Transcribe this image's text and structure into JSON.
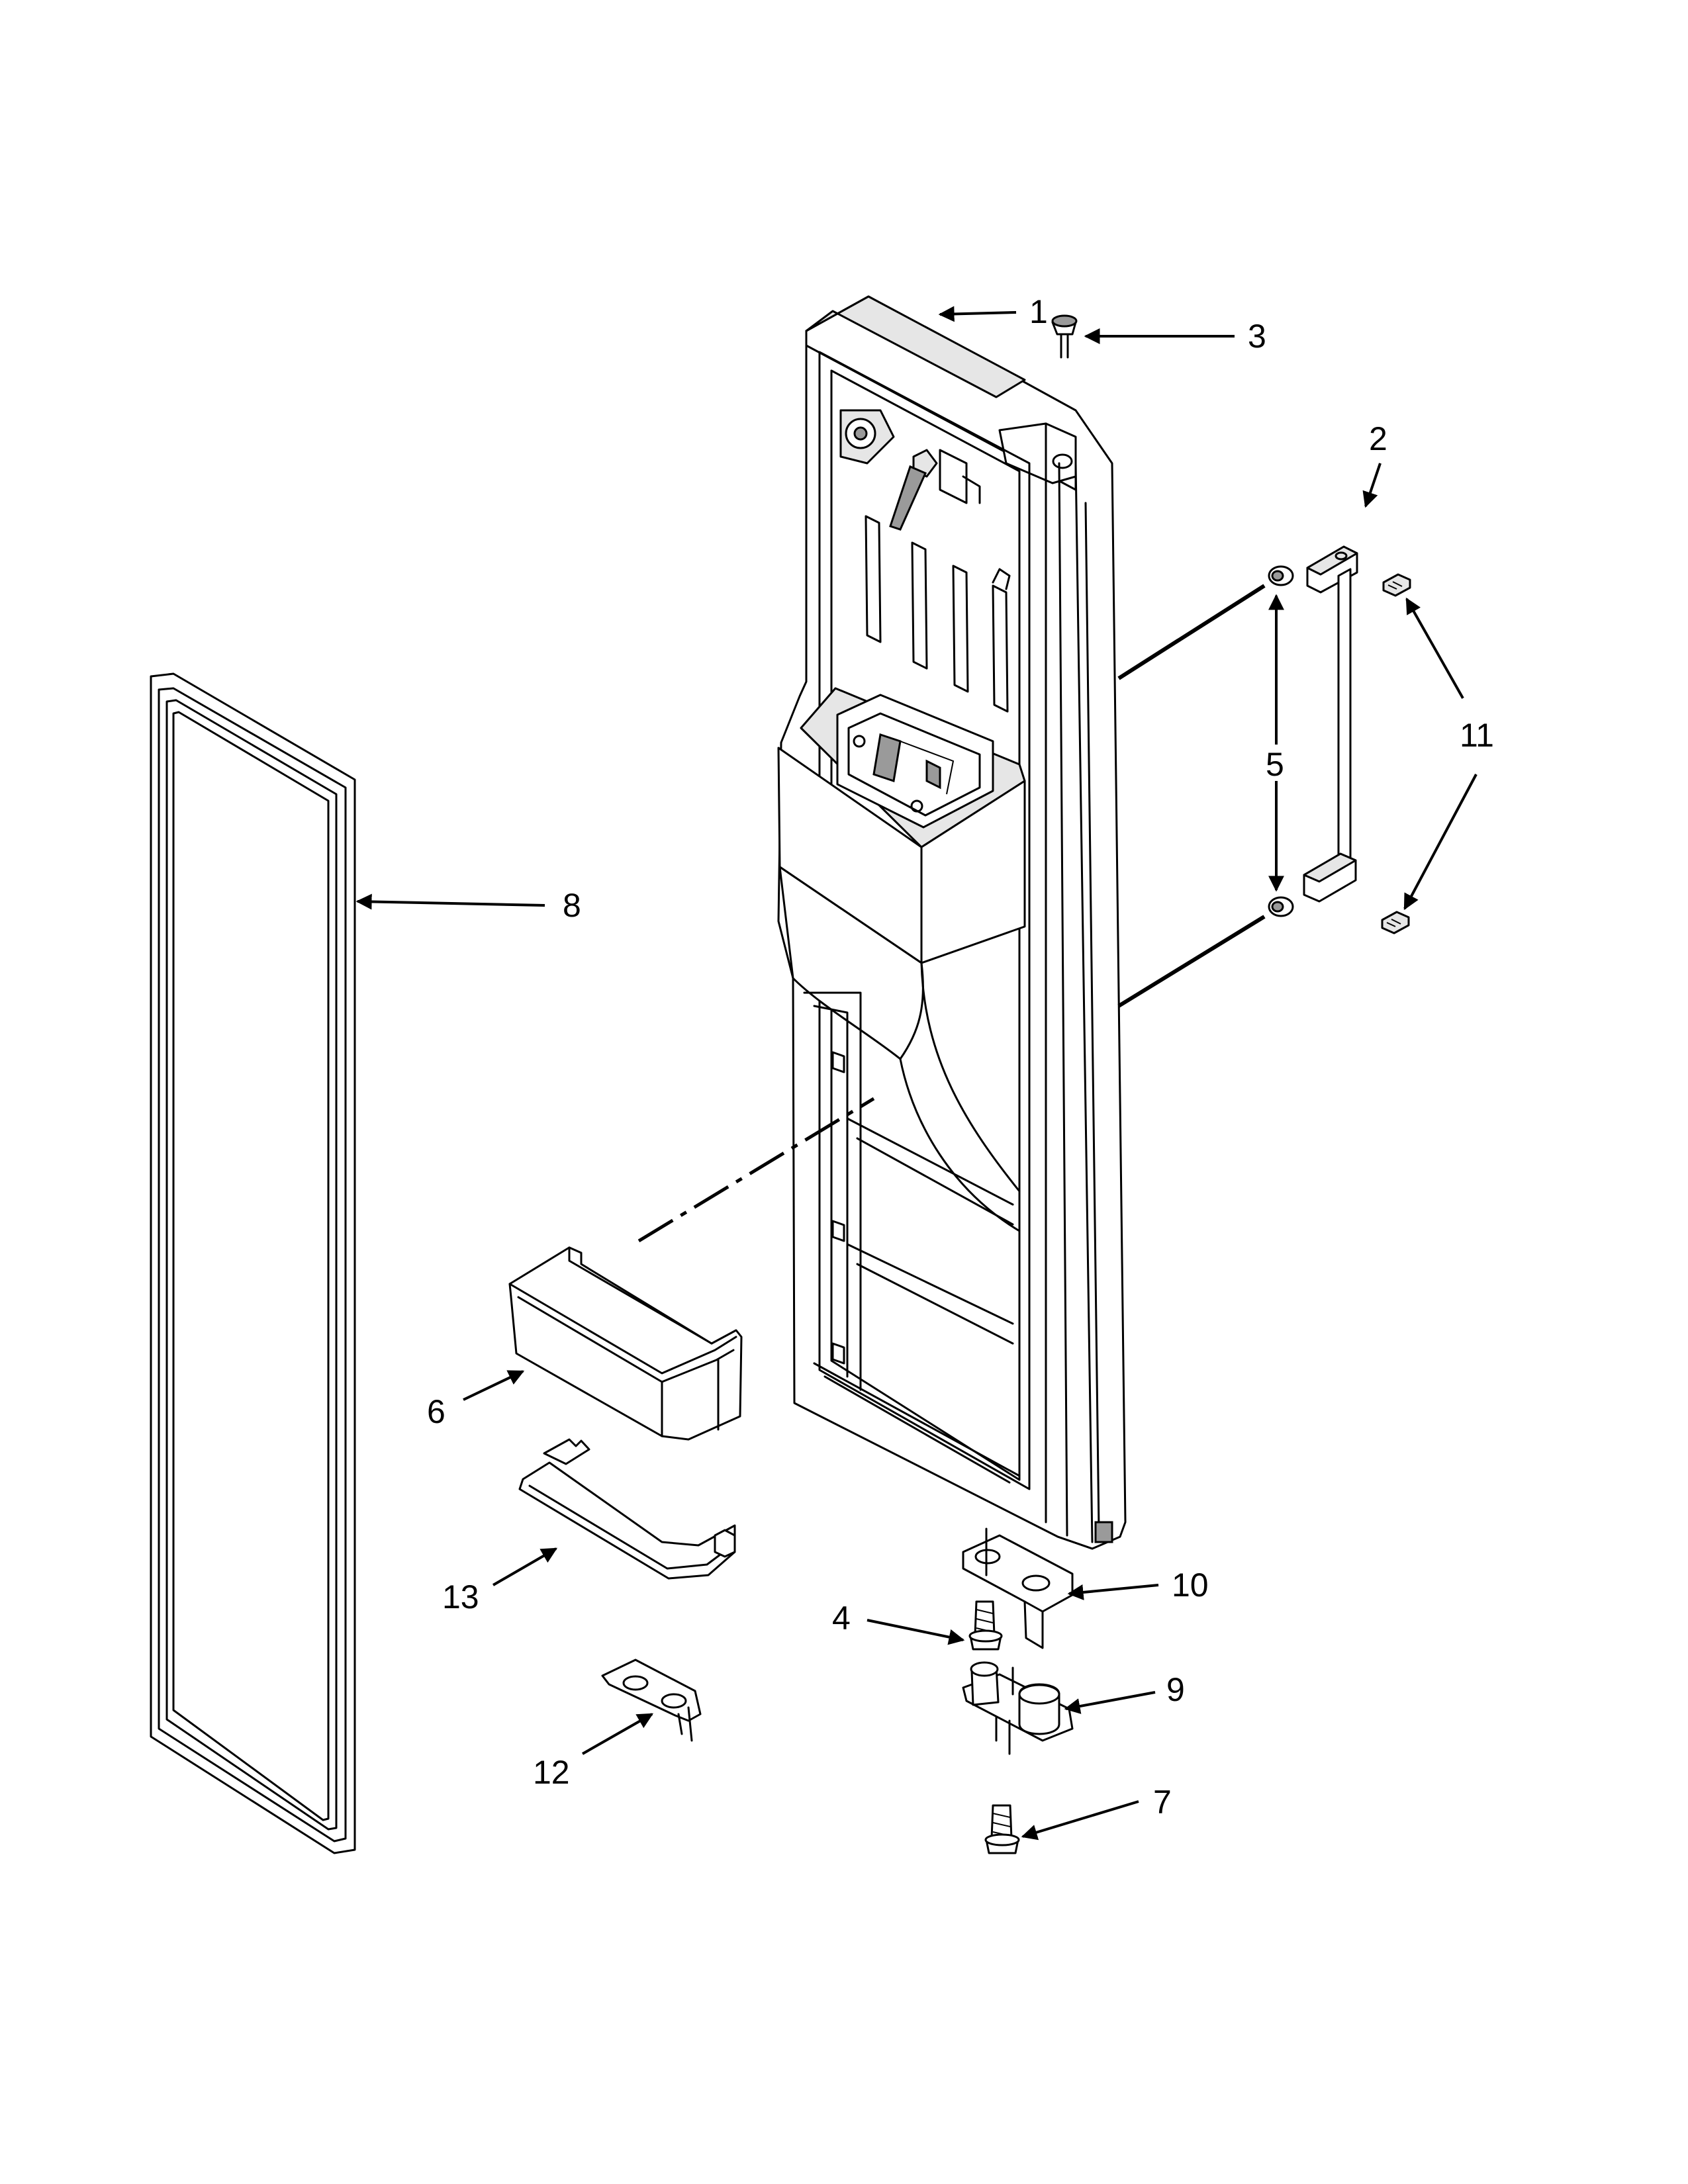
{
  "callouts": [
    {
      "id": "1",
      "label": "1"
    },
    {
      "id": "2",
      "label": "2"
    },
    {
      "id": "3",
      "label": "3"
    },
    {
      "id": "4",
      "label": "4"
    },
    {
      "id": "5",
      "label": "5"
    },
    {
      "id": "6",
      "label": "6"
    },
    {
      "id": "7",
      "label": "7"
    },
    {
      "id": "8",
      "label": "8"
    },
    {
      "id": "9",
      "label": "9"
    },
    {
      "id": "10",
      "label": "10"
    },
    {
      "id": "11",
      "label": "11"
    },
    {
      "id": "12",
      "label": "12"
    },
    {
      "id": "13",
      "label": "13"
    }
  ],
  "colors": {
    "line": "#000000",
    "background": "#ffffff",
    "shade": "#e6e6e6"
  }
}
